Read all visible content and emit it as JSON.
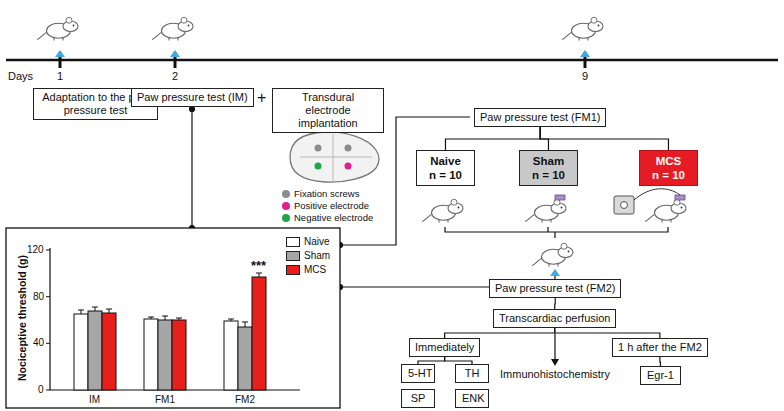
{
  "diagram": {
    "nodes": [
      {
        "text": [
          "Adaptation to the paw pressure test"
        ]
      },
      {
        "text": [
          "Paw pressure test (IM)"
        ]
      },
      {
        "text": [
          "Transdural electrode implantation"
        ]
      },
      {
        "text": [
          "Paw pressure test (FM1)"
        ]
      },
      {
        "text": [
          "Naive",
          "n = 10"
        ]
      },
      {
        "text": [
          "Sham",
          "n = 10"
        ]
      },
      {
        "text": [
          "MCS",
          "n = 10"
        ]
      },
      {
        "text": [
          "Paw pressure test (FM2)"
        ]
      },
      {
        "text": [
          "Transcardiac perfusion"
        ]
      },
      {
        "text": [
          "Immediately"
        ]
      },
      {
        "text": [
          "1 h after the FM2"
        ]
      },
      {
        "text": [
          "5-HT"
        ]
      },
      {
        "text": [
          "TH"
        ]
      },
      {
        "text": [
          "SP"
        ]
      },
      {
        "text": [
          "ENK"
        ]
      },
      {
        "text": [
          "Egr-1"
        ]
      }
    ],
    "edges": [
      {
        "from": 3,
        "to": 4,
        "arrow": "none"
      },
      {
        "from": 3,
        "to": 5,
        "arrow": "none"
      },
      {
        "from": 3,
        "to": 6,
        "arrow": "none"
      },
      {
        "from": 7,
        "to": 8,
        "arrow": "none"
      },
      {
        "from": 8,
        "to": 9,
        "arrow": "none"
      },
      {
        "from": 8,
        "to": 10,
        "arrow": "none"
      },
      {
        "from": 9,
        "to": 11,
        "arrow": "none"
      },
      {
        "from": 9,
        "to": 12,
        "arrow": "none"
      },
      {
        "from": 10,
        "to": 15,
        "arrow": "none"
      }
    ],
    "labels": [
      "Days",
      "1",
      "2",
      "9",
      "+",
      "Immunohistochemistry",
      "120",
      "80",
      "40",
      "0",
      "IM",
      "FM1",
      "FM2",
      "***",
      "Nociceptive threshold (g)"
    ],
    "legend": [
      {
        "text": "Fixation screws",
        "color": "#8c8c8c"
      },
      {
        "text": "Positive electrode",
        "color": "#e0218a"
      },
      {
        "text": "Negative electrode",
        "color": "#1fa64b"
      },
      {
        "text": "Naive",
        "color": "#ffffff"
      },
      {
        "text": "Sham",
        "color": "#a6a6a6"
      },
      {
        "text": "MCS",
        "color": "#e8201c"
      }
    ]
  }
}
